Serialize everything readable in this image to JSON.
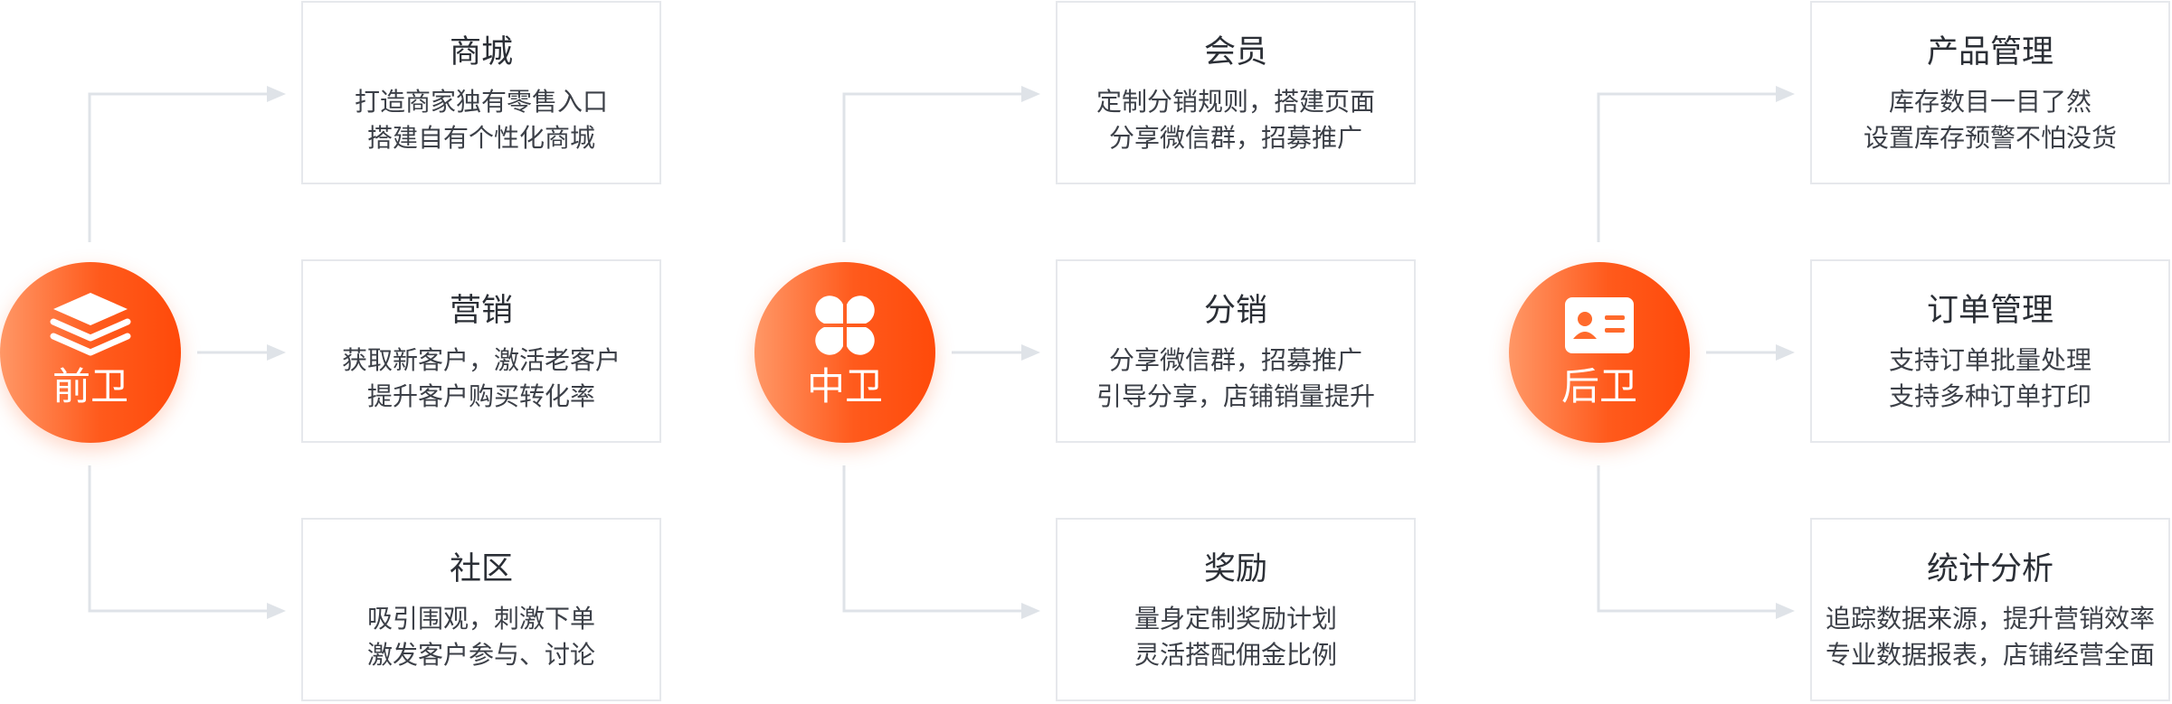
{
  "groups": [
    {
      "label": "前卫",
      "icon": "layers-icon",
      "cards": [
        {
          "title": "商城",
          "line1": "打造商家独有零售入口",
          "line2": "搭建自有个性化商城"
        },
        {
          "title": "营销",
          "line1": "获取新客户，激活老客户",
          "line2": "提升客户购买转化率"
        },
        {
          "title": "社区",
          "line1": "吸引围观，刺激下单",
          "line2": "激发客户参与、讨论"
        }
      ]
    },
    {
      "label": "中卫",
      "icon": "clover-icon",
      "cards": [
        {
          "title": "会员",
          "line1": "定制分销规则，搭建页面",
          "line2": "分享微信群，招募推广"
        },
        {
          "title": "分销",
          "line1": "分享微信群，招募推广",
          "line2": "引导分享，店铺销量提升"
        },
        {
          "title": "奖励",
          "line1": "量身定制奖励计划",
          "line2": "灵活搭配佣金比例"
        }
      ]
    },
    {
      "label": "后卫",
      "icon": "id-card-icon",
      "cards": [
        {
          "title": "产品管理",
          "line1": "库存数目一目了然",
          "line2": "设置库存预警不怕没货"
        },
        {
          "title": "订单管理",
          "line1": "支持订单批量处理",
          "line2": "支持多种订单打印"
        },
        {
          "title": "统计分析",
          "line1": "追踪数据来源，提升营销效率",
          "line2": "专业数据报表，店铺经营全面"
        }
      ]
    }
  ],
  "colors": {
    "accent_start": "#ff9766",
    "accent_end": "#ff4a0a",
    "connector": "#dfe3e8",
    "card_border": "#e6e8ec",
    "title_text": "#2b2f36",
    "body_text": "#3c4048"
  }
}
